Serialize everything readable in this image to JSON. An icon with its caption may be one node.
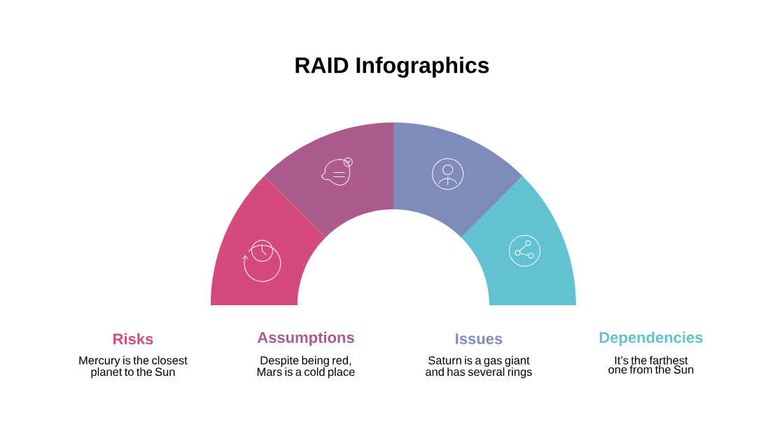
{
  "diagram": {
    "title": "RAID Infographics",
    "nodes": [
      {
        "text": [],
        "shape": "sector"
      },
      {
        "text": [],
        "shape": "sector"
      },
      {
        "text": [],
        "shape": "sector"
      },
      {
        "text": [],
        "shape": "sector"
      }
    ],
    "labels": [
      "Risks",
      "Assumptions",
      "Issues",
      "Dependencies",
      "Mercury is the closest planet to the Sun",
      "Despite being red, Mars is a cold place",
      "Saturn is a gas giant and has several rings",
      "It’s the farthest one from the Sun"
    ]
  }
}
